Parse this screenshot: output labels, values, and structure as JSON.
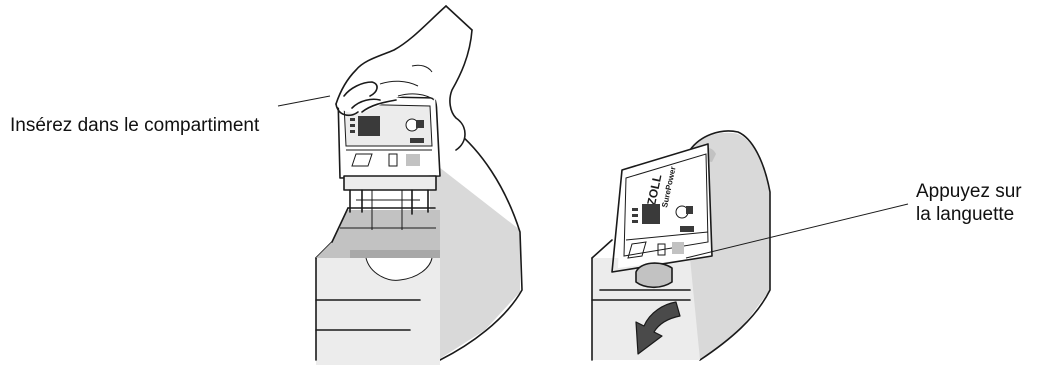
{
  "captions": {
    "insert": "Insérez dans le compartiment",
    "press_line1": "Appuyez sur",
    "press_line2": "la languette"
  },
  "battery_label": {
    "brand": "ZOLL",
    "product": "SurePower"
  },
  "colors": {
    "outline": "#1a1a1a",
    "housing_shade": "#d9d9d9",
    "arrow": "#4a4a4a",
    "background": "#ffffff"
  },
  "icons": [
    "hand-illustration",
    "battery-pack",
    "device-well",
    "release-arrow-icon"
  ]
}
